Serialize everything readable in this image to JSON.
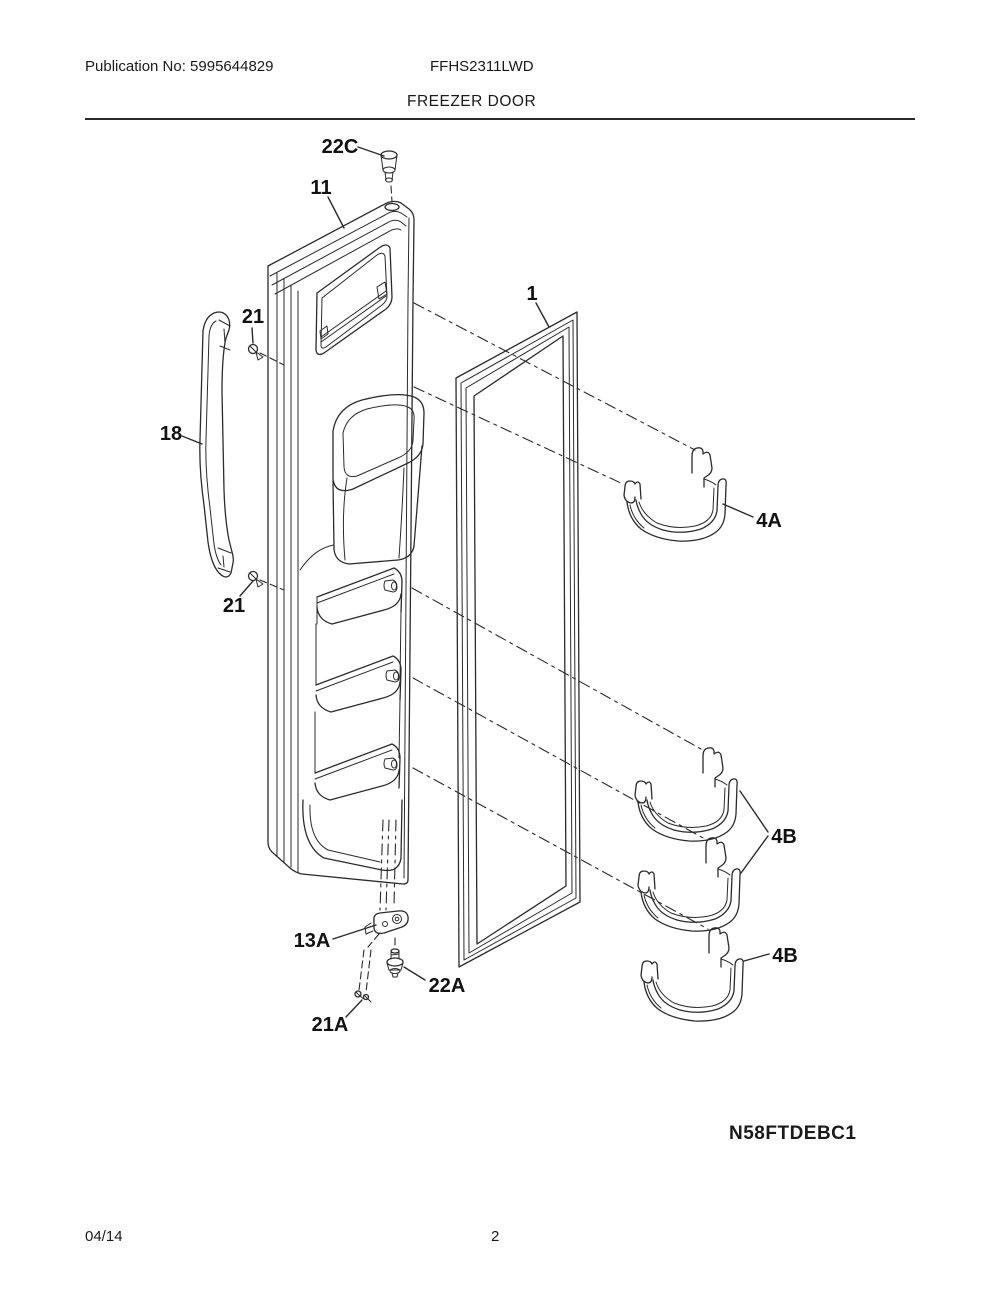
{
  "header": {
    "publication_no": "Publication No: 5995644829",
    "model_number": "FFHS2311LWD",
    "section_title": "FREEZER DOOR"
  },
  "diagram": {
    "drawing_code": "N58FTDEBC1",
    "callouts": {
      "top_screw": "22C",
      "door_panel": "11",
      "gasket": "1",
      "handle": "18",
      "handle_screw_top": "21",
      "handle_screw_bottom": "21",
      "upper_bin": "4A",
      "middle_bins": "4B",
      "lower_bin": "4B",
      "bottom_bracket": "13A",
      "bottom_bolt": "22A",
      "bottom_screws": "21A"
    }
  },
  "footer": {
    "date_code": "04/14",
    "page_number": "2"
  }
}
